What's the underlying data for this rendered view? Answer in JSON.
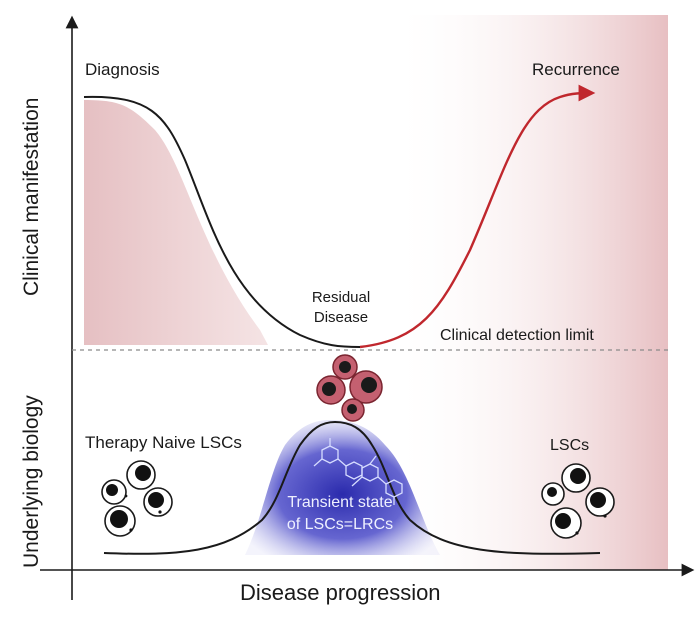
{
  "y_axis_upper_label": "Clinical manifestation",
  "y_axis_lower_label": "Underlying biology",
  "x_axis_label": "Disease progression",
  "labels": {
    "diagnosis": "Diagnosis",
    "recurrence": "Recurrence",
    "residual_line1": "Residual",
    "residual_line2": "Disease",
    "detection_limit": "Clinical detection limit",
    "therapy_naive": "Therapy Naive LSCs",
    "lscs": "LSCs",
    "transient_line1": "Transient state",
    "transient_line2": "of LSCs=LRCs"
  },
  "colors": {
    "pink_fill": "#e8c4c6",
    "recurrence_curve": "#c0272d",
    "blue_glow": "#3f3fc0",
    "cell_red": "#b5485a"
  }
}
